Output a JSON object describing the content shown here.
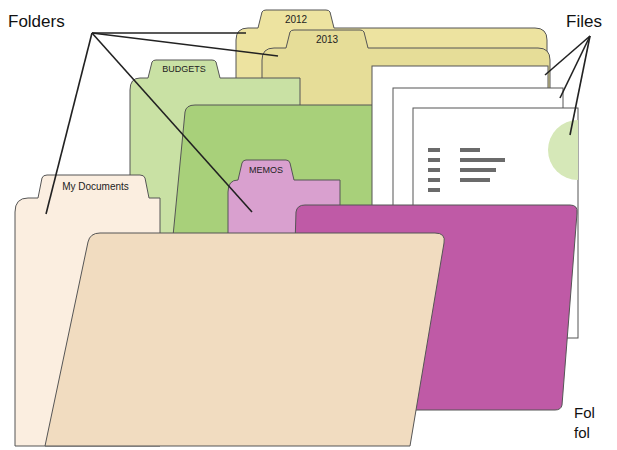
{
  "diagram": {
    "nodes": [
      {
        "text": [
          "2012"
        ]
      },
      {
        "text": [
          "2013"
        ]
      },
      {
        "text": [
          "BUDGETS"
        ]
      },
      {
        "text": [
          "MEMOS"
        ]
      },
      {
        "text": [
          "My Documents"
        ]
      }
    ],
    "labels": [
      "Folders",
      "Files",
      "Fol",
      "fol"
    ]
  }
}
